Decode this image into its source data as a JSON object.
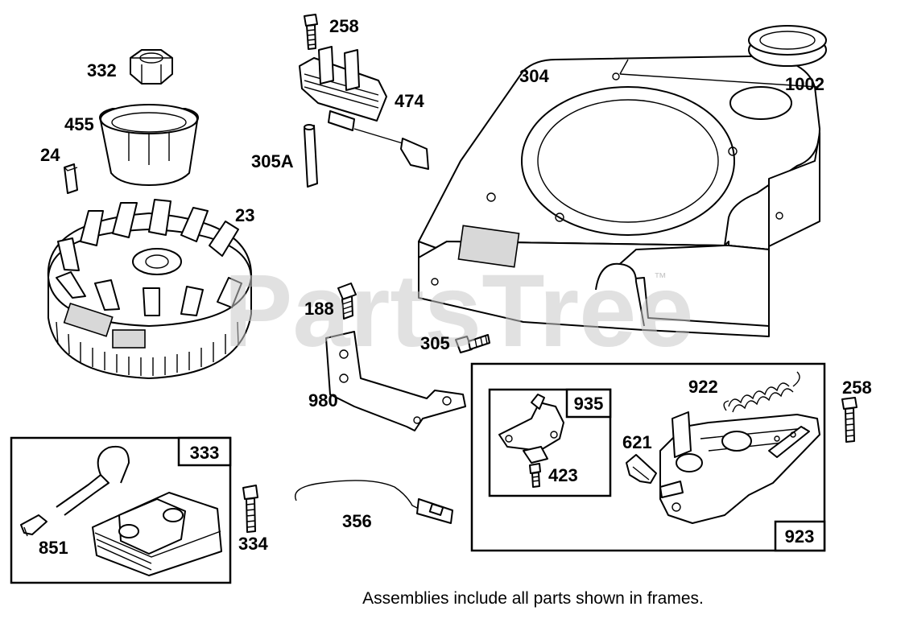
{
  "watermark": {
    "text": "PartsTree",
    "trademark": "™"
  },
  "parts": {
    "p258a": "258",
    "p332": "332",
    "p474": "474",
    "p304": "304",
    "p1002": "1002",
    "p455": "455",
    "p24": "24",
    "p305A": "305A",
    "p23": "23",
    "p188": "188",
    "p305": "305",
    "p980": "980",
    "p922": "922",
    "p258b": "258",
    "p621": "621",
    "p423": "423",
    "p356": "356",
    "p334": "334",
    "p851": "851"
  },
  "frames": {
    "f333": "333",
    "f935": "935",
    "f923": "923"
  },
  "footnote": "Assemblies include all parts shown in frames."
}
